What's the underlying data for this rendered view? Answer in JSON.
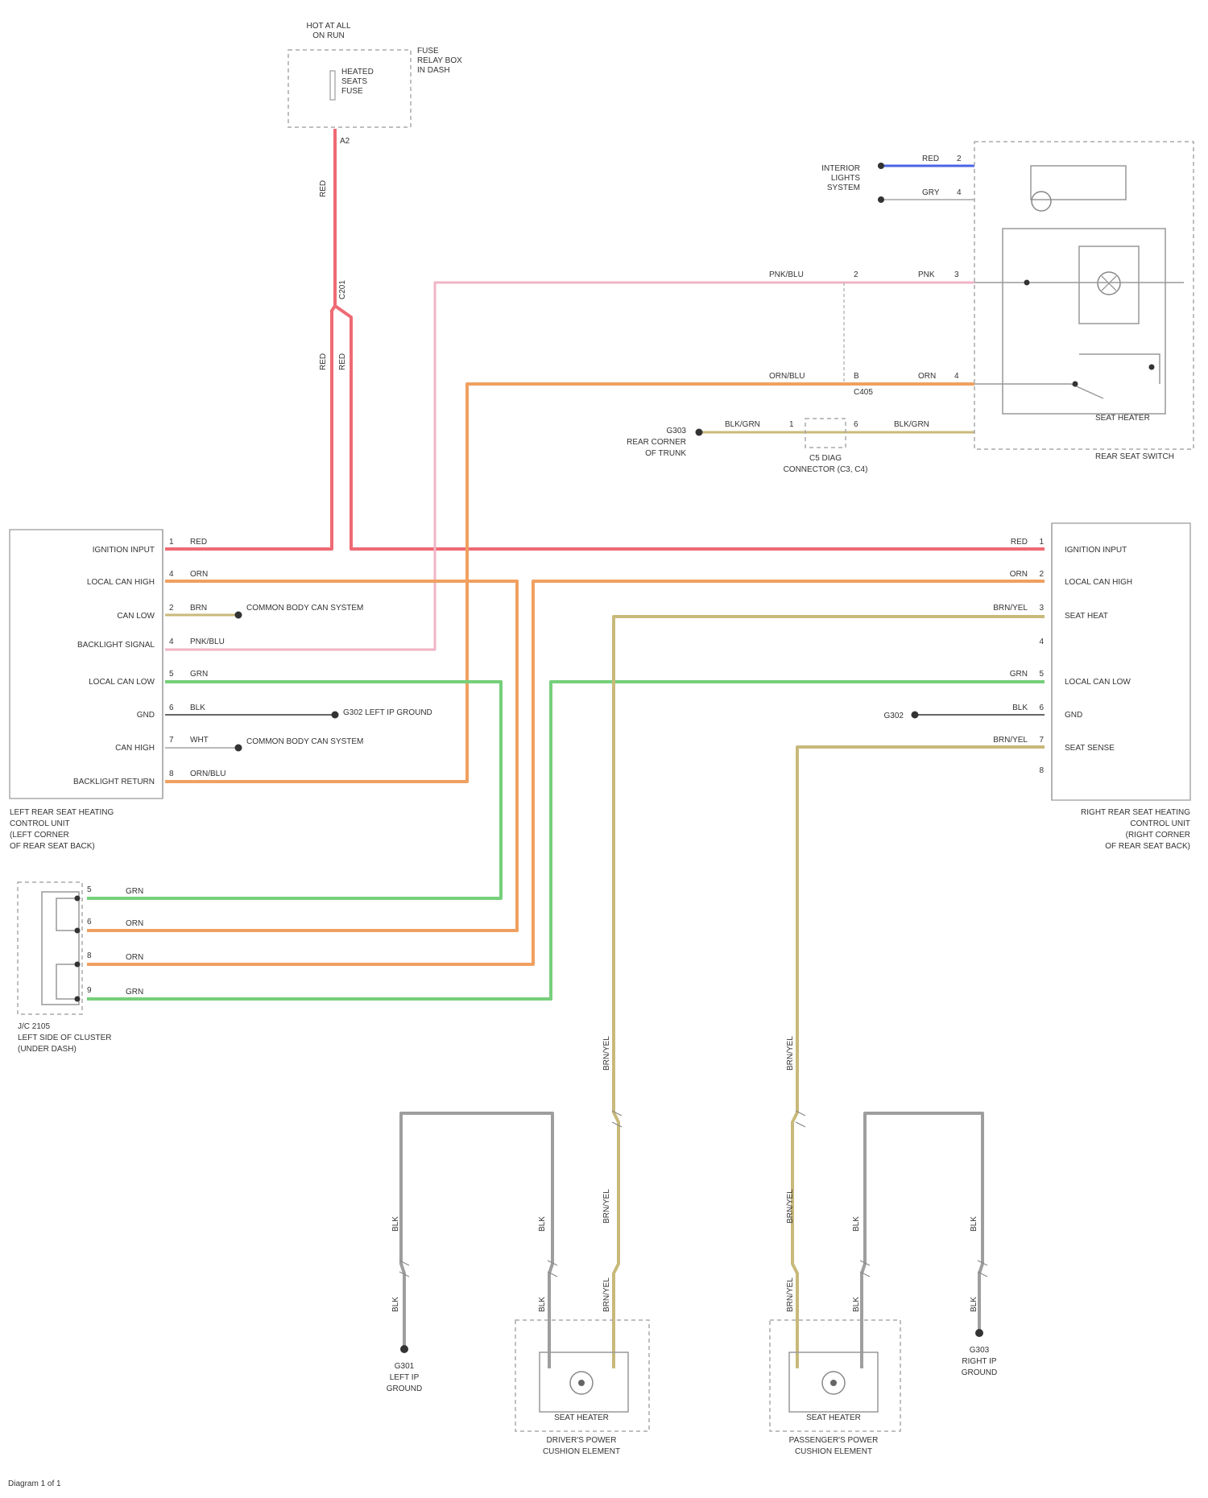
{
  "modules": {
    "left_module": {
      "rows": [
        {
          "pin": "1",
          "label": "IGNITION INPUT",
          "wire": "RED"
        },
        {
          "pin": "4",
          "label": "LOCAL CAN HIGH",
          "wire": "ORN"
        },
        {
          "pin": "2",
          "label": "CAN LOW",
          "wire": "BRN",
          "note": "COMMON BODY CAN SYSTEM"
        },
        {
          "pin": "4",
          "label": "BACKLIGHT SIGNAL",
          "wire": "PNK/BLU"
        },
        {
          "pin": "5",
          "label": "LOCAL CAN LOW",
          "wire": "GRN"
        },
        {
          "pin": "6",
          "label": "GND",
          "wire": "BLK",
          "note": "G302 LEFT IP GROUND"
        },
        {
          "pin": "7",
          "label": "CAN HIGH",
          "wire": "WHT",
          "note": "COMMON BODY CAN SYSTEM"
        },
        {
          "pin": "8",
          "label": "BACKLIGHT RETURN",
          "wire": "ORN/BLU"
        }
      ],
      "caption": [
        "LEFT REAR SEAT HEATING",
        "CONTROL UNIT",
        "(LEFT CORNER",
        "OF REAR SEAT BACK)"
      ]
    },
    "right_module": {
      "rows": [
        {
          "pin": "1",
          "label": "IGNITION INPUT",
          "wire": "RED"
        },
        {
          "pin": "2",
          "label": "LOCAL CAN HIGH",
          "wire": "ORN"
        },
        {
          "pin": "3",
          "label": "SEAT HEAT",
          "wire": "BRN/YEL"
        },
        {
          "pin": "4",
          "label": "",
          "wire": ""
        },
        {
          "pin": "5",
          "label": "LOCAL CAN LOW",
          "wire": "GRN"
        },
        {
          "pin": "6",
          "label": "GND",
          "wire": "BLK",
          "note": "G302"
        },
        {
          "pin": "7",
          "label": "SEAT SENSE",
          "wire": "BRN/YEL"
        },
        {
          "pin": "8",
          "label": "",
          "wire": ""
        }
      ],
      "caption": [
        "RIGHT REAR SEAT HEATING",
        "CONTROL UNIT",
        "(RIGHT CORNER",
        "OF REAR SEAT BACK)"
      ]
    }
  },
  "top_box": {
    "title": [
      "HOT AT ALL",
      "ON RUN"
    ],
    "fuse": [
      "HEATED",
      "SEATS",
      "FUSE"
    ],
    "note": [
      "FUSE",
      "RELAY BOX",
      "IN DASH"
    ],
    "pin": "A2"
  },
  "top_wires": {
    "w1": "RED",
    "w2": "RED",
    "w3": "RED",
    "conn": "C201"
  },
  "switch": {
    "caption": "REAR SEAT SWITCH",
    "inner_label": "SEAT HEATER",
    "lamp_label": "",
    "left_labels": [
      "INTERIOR",
      "LIGHTS",
      "SYSTEM"
    ],
    "wires": {
      "top1": {
        "text": "RED",
        "pin": "2"
      },
      "top2": {
        "text": "GRY",
        "pin": "4"
      },
      "row1": {
        "text": "PNK",
        "pin": "3",
        "left": "PNK/BLU",
        "pin_left": "2"
      },
      "row2": {
        "text": "ORN",
        "pin": "4",
        "left": "ORN/BLU",
        "pin_left": "B",
        "conn": "C405"
      },
      "row3": {
        "text": "BLK/GRN",
        "pin": "1",
        "right": "BLK/GRN",
        "pin_right": "6"
      }
    },
    "ground_label": [
      "G303",
      "REAR CORNER",
      "OF TRUNK"
    ],
    "conn_caption": [
      "C5 DIAG",
      "CONNECTOR (C3, C4)"
    ]
  },
  "joint": {
    "caption": [
      "J/C 2105",
      "LEFT SIDE OF CLUSTER",
      "(UNDER DASH)"
    ],
    "rows": [
      {
        "pin": "5",
        "wire": "GRN"
      },
      {
        "pin": "6",
        "wire": "ORN"
      },
      {
        "pin": "8",
        "wire": "ORN"
      },
      {
        "pin": "9",
        "wire": "GRN"
      }
    ]
  },
  "heaters": {
    "left": {
      "label": "SEAT HEATER",
      "caption": [
        "DRIVER'S POWER",
        "CUSHION ELEMENT"
      ],
      "wires": {
        "a": "BLK",
        "b": "BLK",
        "c": "BLK",
        "d": "BLK",
        "e": "BRN/YEL",
        "f": "BRN/YEL",
        "g": "BRN/YEL"
      },
      "ground": [
        "G301",
        "LEFT IP",
        "GROUND"
      ]
    },
    "right": {
      "label": "SEAT HEATER",
      "caption": [
        "PASSENGER'S POWER",
        "CUSHION ELEMENT"
      ],
      "wires": {
        "a": "BLK",
        "b": "BLK",
        "c": "BLK",
        "d": "BLK",
        "e": "BRN/YEL",
        "f": "BRN/YEL",
        "g": "BRN/YEL"
      },
      "ground": [
        "G303",
        "RIGHT IP",
        "GROUND"
      ]
    }
  },
  "footer": "Diagram 1 of 1",
  "colors": {
    "red": "#ee6a74",
    "orange": "#f0a060",
    "green": "#76cf7a",
    "pink": "#f0b4c4",
    "tan": "#c9b97a",
    "gray": "#9e9e9e",
    "blue": "#4a64e6",
    "black": "#444444"
  }
}
